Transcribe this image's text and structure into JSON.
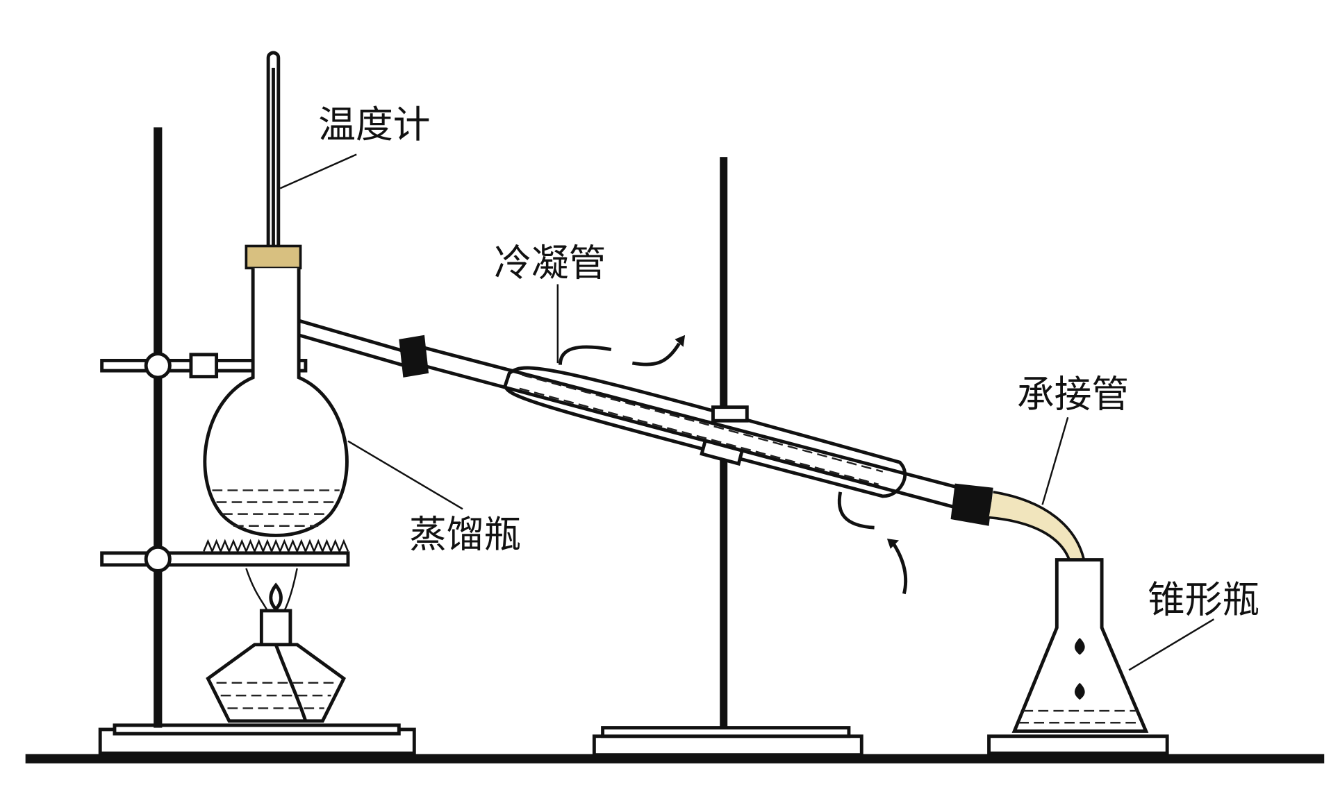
{
  "title": "蒸馏装置",
  "labels": {
    "thermometer": "温度计",
    "condenser": "冷凝管",
    "adapter": "承接管",
    "distilling_flask": "蒸馏瓶",
    "conical_flask": "锥形瓶"
  },
  "colors": {
    "line": "#111111",
    "background": "#ffffff",
    "liquid_tint": "#e8d8a0"
  }
}
